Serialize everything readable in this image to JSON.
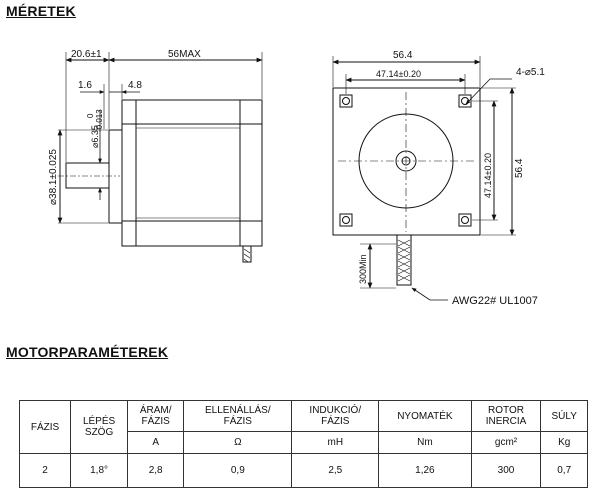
{
  "sections": {
    "dimensions_title": "MÉRETEK",
    "params_title": "MOTORPARAMÉTEREK"
  },
  "drawing": {
    "side": {
      "flange_thickness": "20.6±1",
      "body_length": "56MAX",
      "dim_1_6": "1.6",
      "dim_4_8": "4.8",
      "shaft_diameter": "⌀6.35",
      "shaft_tol_upper": "0",
      "shaft_tol_lower": "-0.013",
      "boss_diameter": "⌀38.1±0.025"
    },
    "front": {
      "width": "56.4",
      "hole_spacing_h": "47.14±0.20",
      "holes": "4-⌀5.1",
      "hole_spacing_v": "47.14±0.20",
      "height": "56.4",
      "lead_length": "300Min",
      "wire_spec": "AWG22#  UL1007"
    }
  },
  "table": {
    "columns": [
      {
        "l1": "FÁZIS",
        "l2": "",
        "unit": ""
      },
      {
        "l1": "LÉPÉS",
        "l2": "SZÖG",
        "unit": ""
      },
      {
        "l1": "ÁRAM/",
        "l2": "FÁZIS",
        "unit": "A"
      },
      {
        "l1": "ELLENÁLLÁS/",
        "l2": "FÁZIS",
        "unit": "Ω"
      },
      {
        "l1": "INDUKCIÓ/",
        "l2": "FÁZIS",
        "unit": "mH"
      },
      {
        "l1": "NYOMATÉK",
        "l2": "",
        "unit": "Nm"
      },
      {
        "l1": "ROTOR",
        "l2": "INERCIA",
        "unit": "gcm²"
      },
      {
        "l1": "SÚLY",
        "l2": "",
        "unit": "Kg"
      }
    ],
    "values": [
      "2",
      "1,8°",
      "2,8",
      "0,9",
      "2,5",
      "1,26",
      "300",
      "0,7"
    ]
  }
}
